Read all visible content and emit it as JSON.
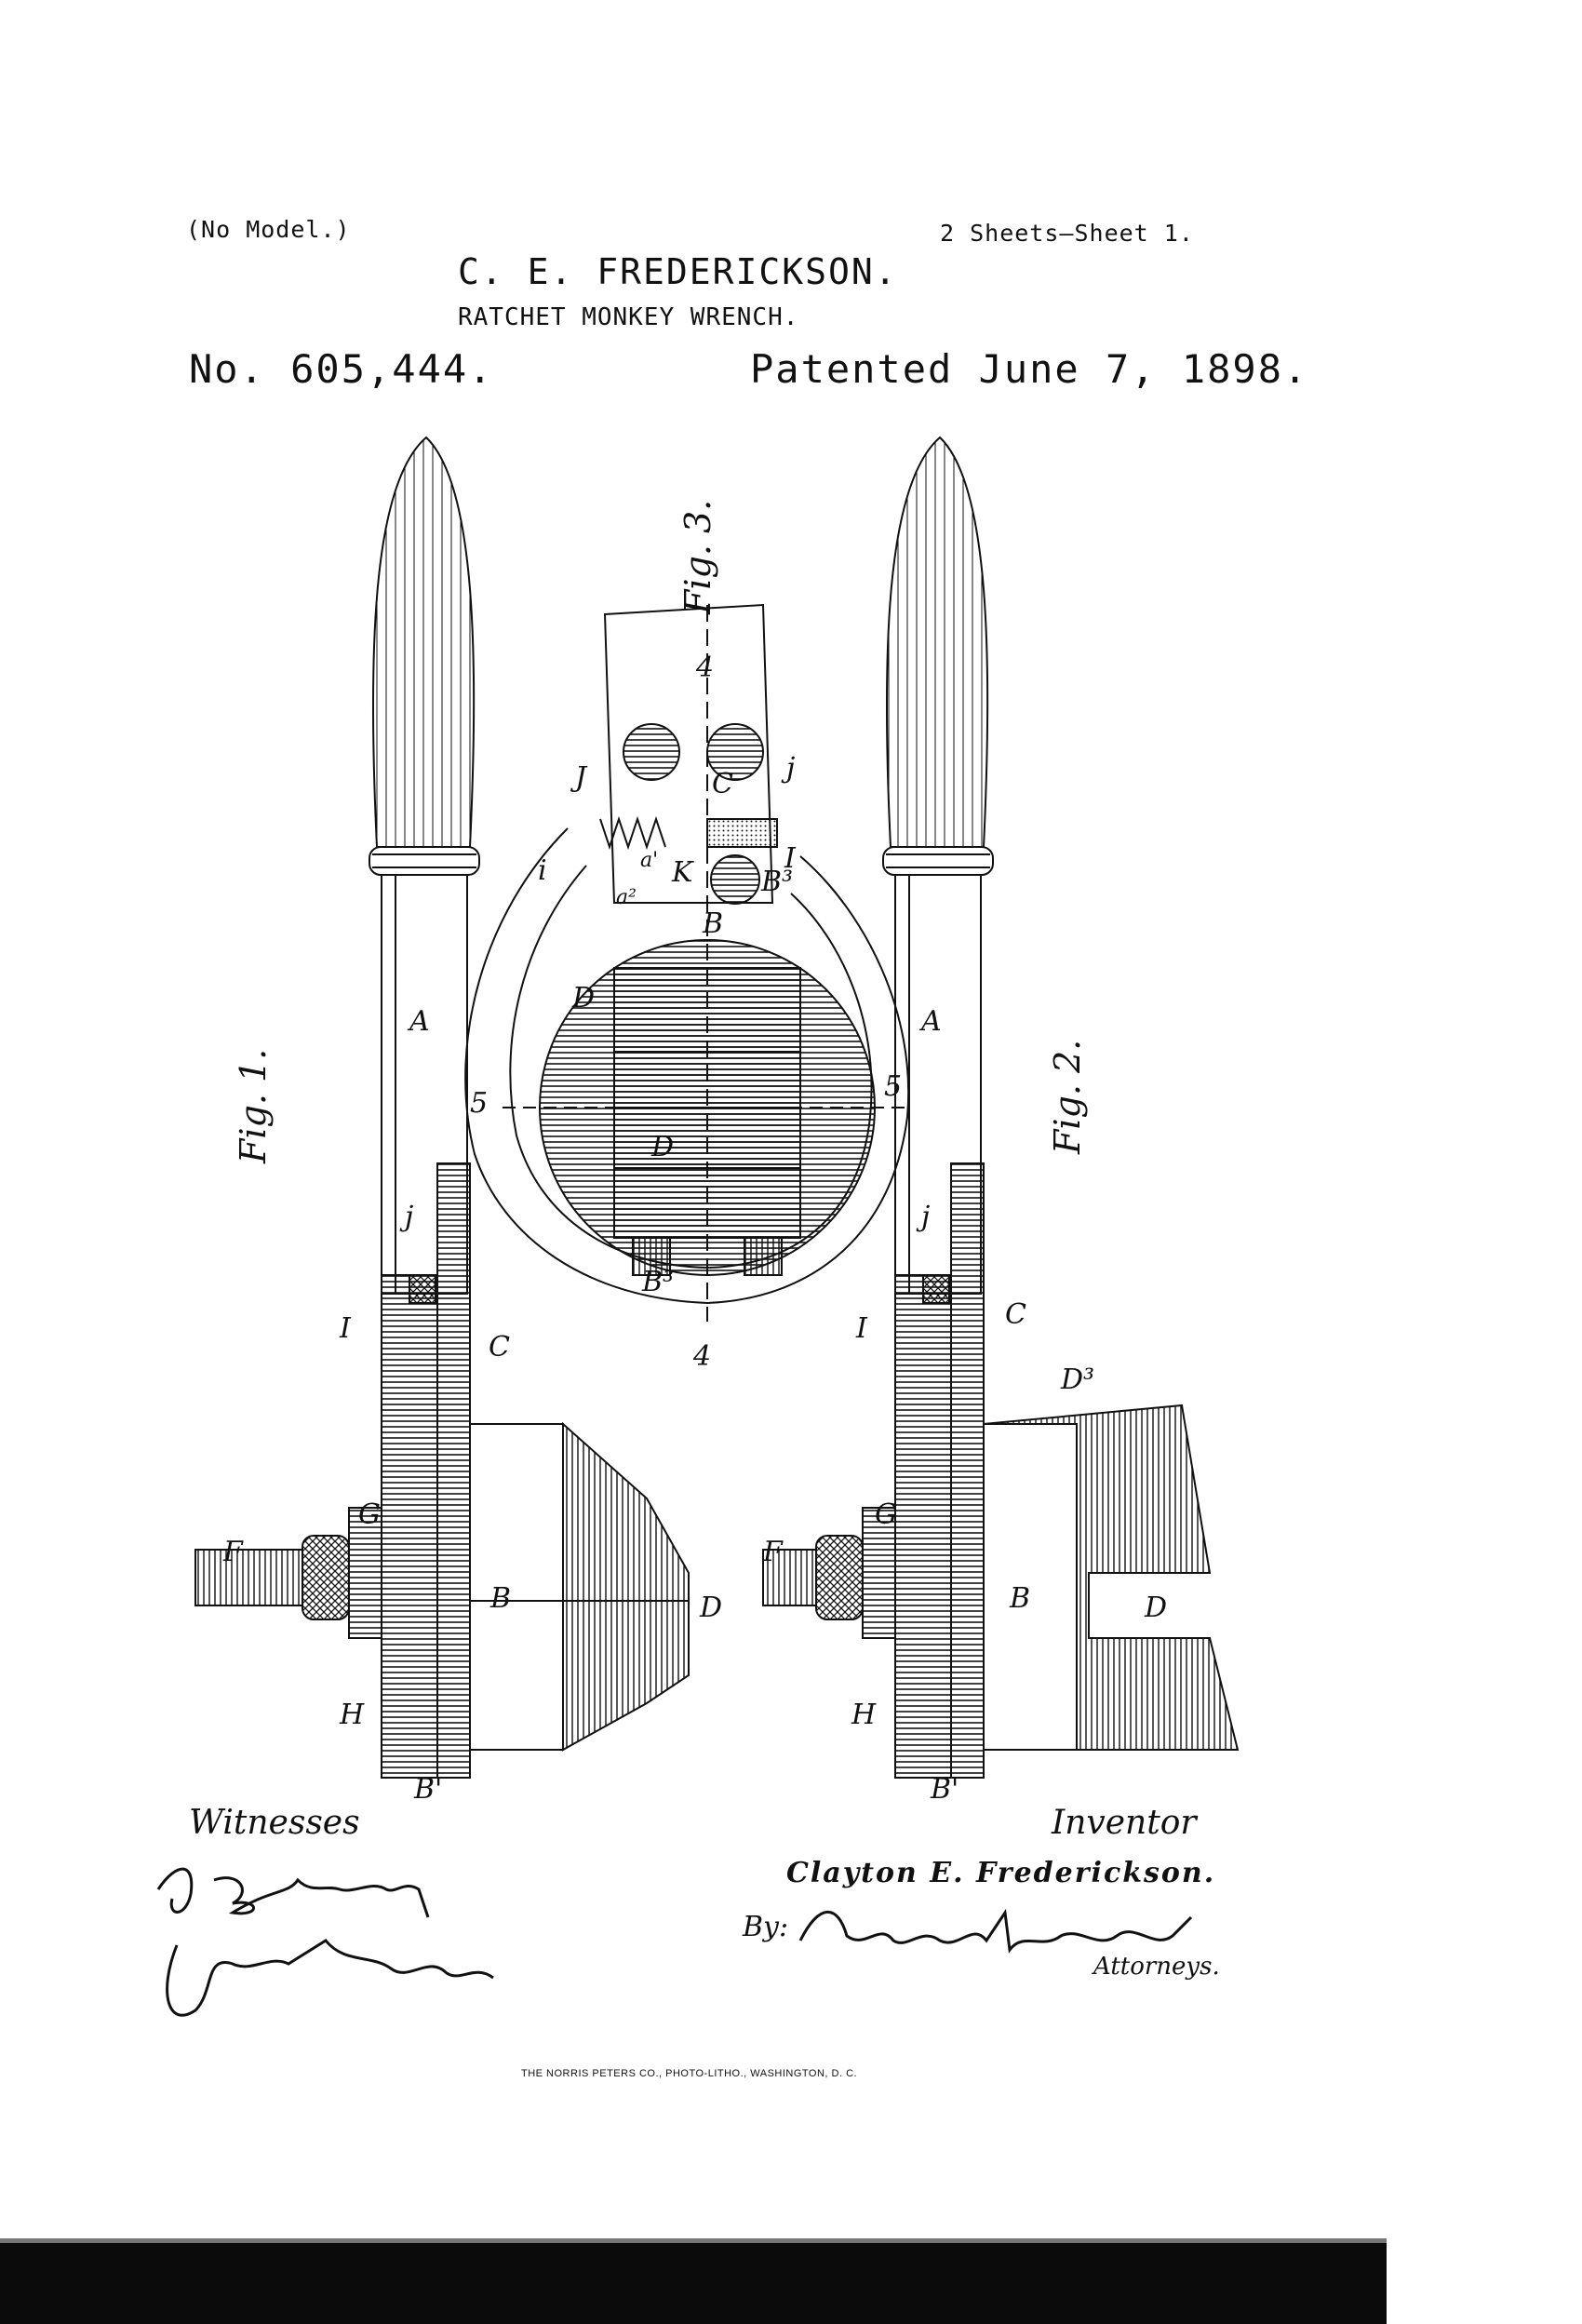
{
  "header": {
    "model": "(No Model.)",
    "sheets": "2 Sheets—Sheet 1.",
    "inventor_name": "C. E. FREDERICKSON.",
    "title": "RATCHET MONKEY WRENCH.",
    "patent_number": "No. 605,444.",
    "patented_date": "Patented June 7, 1898."
  },
  "figures": {
    "fig1": "Fig. 1.",
    "fig2": "Fig. 2.",
    "fig3": "Fig. 3."
  },
  "labels": {
    "A": "A",
    "B": "B",
    "B1": "B'",
    "B2": "B",
    "B3": "B³",
    "C": "C",
    "D": "D",
    "D3": "D³",
    "F": "F",
    "G": "G",
    "H": "H",
    "I": "I",
    "i": "i",
    "J": "J",
    "j": "j",
    "K": "K",
    "a1": "a'",
    "a2": "a²",
    "n4": "4",
    "n5": "5"
  },
  "signatures": {
    "witnesses_heading": "Witnesses",
    "inventor_heading": "Inventor",
    "inventor_signature": "Clayton E. Frederickson.",
    "by": "By:",
    "attorneys": "Attorneys."
  },
  "printer_line": "THE NORRIS PETERS CO., PHOTO-LITHO., WASHINGTON, D. C."
}
